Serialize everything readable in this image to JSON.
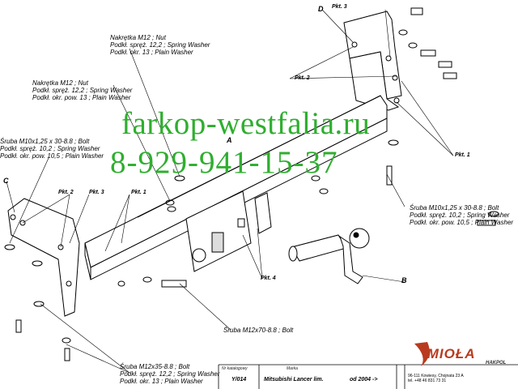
{
  "watermark": {
    "site": "farkop-westfalia.ru",
    "phone": "8-929-941-15-37"
  },
  "labels": {
    "nut_top": [
      "Nakrętka  M12 ; Nut",
      "Podkł. spręż. 12,2 ; Spring Washer",
      "Podkł. okr.  13 ; Plain Washer"
    ],
    "nut_left": [
      "Nakrętka  M12 ; Nut",
      "Podkł. spręż. 12,2 ; Spring Washer",
      "Podkł. okr. pow. 13 ; Plain Washer"
    ],
    "bolt_left": [
      "Śruba M10x1,25 x 30-8.8 ; Bolt",
      "Podkł. spręż. 10,2 ; Spring Washer",
      "Podkł. okr. pow. 10,5 ; Plain Washer"
    ],
    "bolt_right": [
      "Śruba M10x1,25 x 30-8.8 ; Bolt",
      "Podkł. spręż. 10,2 ; Spring Washer",
      "Podkł. okr. pow. 10,5 ; Plain Washer"
    ],
    "bolt_m12x70": "Śruba M12x70-8.8 ; Bolt",
    "bolt_bottom": [
      "Śruba M12x35-8.8 ; Bolt",
      "Podkł. spręż. 12,2 ; Spring Washer",
      "Podkł. okr.  13 ; Plain Washer"
    ]
  },
  "pkt": {
    "p1": "Pkt. 1",
    "p2": "Pkt. 2",
    "p3": "Pkt. 3",
    "p4": "Pkt. 4"
  },
  "letters": {
    "a": "A",
    "b": "B",
    "c": "C",
    "d": "D"
  },
  "footer": {
    "catalog_label": "Nr katalogowy",
    "catalog_value": "Y/014",
    "brand_label": "Marka",
    "model": "Mitsubishi Lancer lim.",
    "year": "od 2004 ->",
    "address": [
      "96-111 Kowiesy, Chojnata 23 A",
      "tel. +48 46 831 73 31"
    ],
    "logo": "IMIOŁA",
    "logo_sub": "HAKPOL"
  },
  "colors": {
    "watermark": "#2fae2f",
    "logo": "#b93a1e",
    "line": "#000000"
  }
}
